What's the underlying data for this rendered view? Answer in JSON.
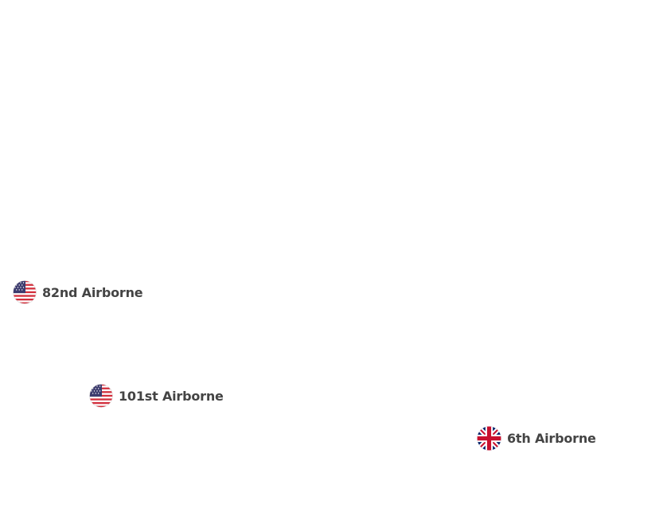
{
  "markers": [
    {
      "label": "82nd Airborne",
      "flag": "us-flag-icon"
    },
    {
      "label": "101st Airborne",
      "flag": "us-flag-icon"
    },
    {
      "label": "6th Airborne",
      "flag": "uk-flag-icon"
    }
  ],
  "colors": {
    "label": "#444444",
    "us_red": "#d22f3c",
    "us_blue": "#3c3b6e",
    "uk_blue": "#012169",
    "uk_red": "#c8102e"
  }
}
